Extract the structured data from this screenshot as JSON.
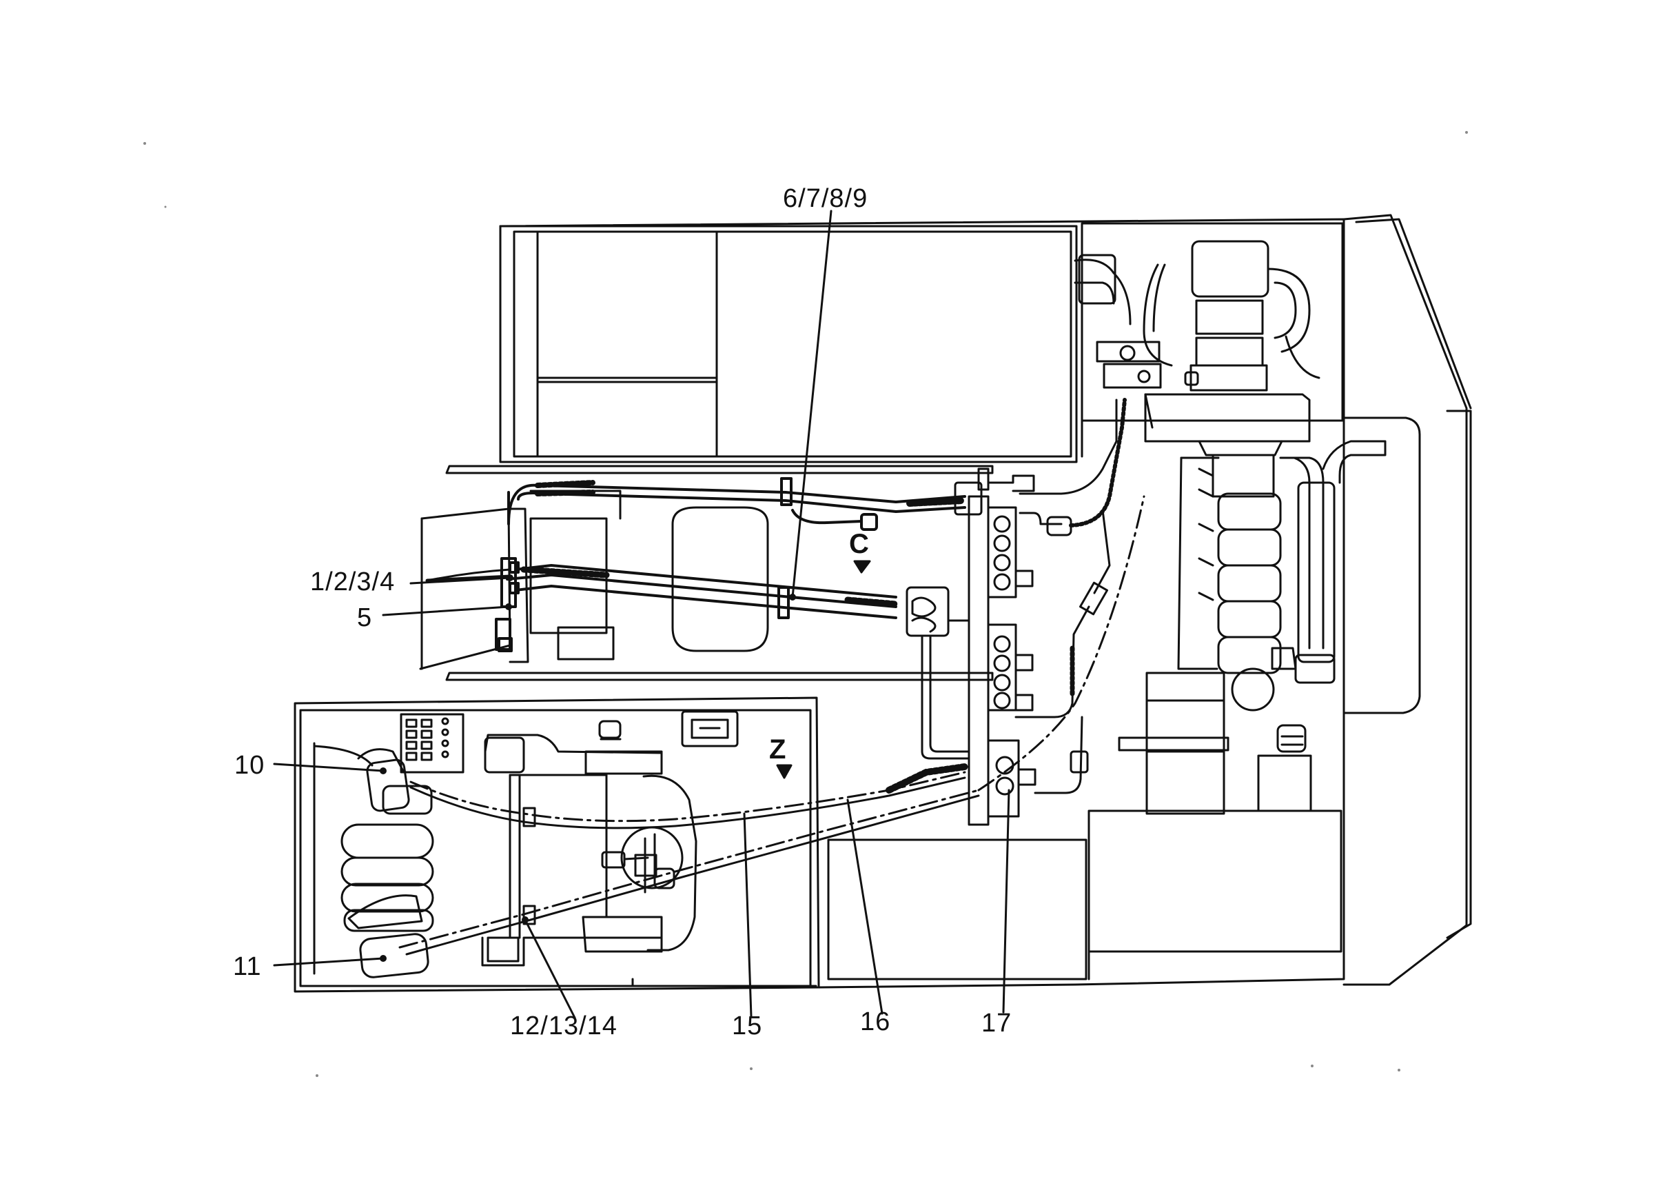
{
  "callouts": {
    "c1234": "1/2/3/4",
    "c5": "5",
    "c6789": "6/7/8/9",
    "c10": "10",
    "c11": "11",
    "c121314": "12/13/14",
    "c15": "15",
    "c16": "16",
    "c17": "17"
  },
  "view_markers": {
    "c": "C",
    "z": "Z"
  },
  "colors": {
    "line": "#111111",
    "background": "#ffffff"
  }
}
